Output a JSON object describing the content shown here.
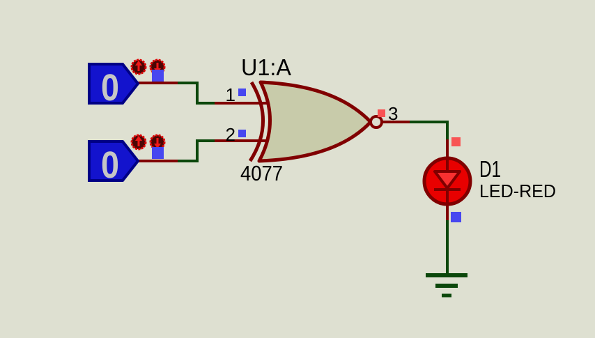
{
  "canvas": {
    "tool": "schematic-capture"
  },
  "input1": {
    "value": "0"
  },
  "input2": {
    "value": "0"
  },
  "gate": {
    "ref": "U1:A",
    "part": "4077",
    "pin_in1": "1",
    "pin_in2": "2",
    "pin_out": "3"
  },
  "led": {
    "ref": "D1",
    "part": "LED-RED"
  },
  "colors": {
    "background": "#dee0d1",
    "wire_green": "#0b470b",
    "component_outline_red": "#800000",
    "gate_fill": "#c8cbaa",
    "logic_low_blue": "#4747f0",
    "logic_high_red": "#f85454",
    "led_lit_red": "#e80000",
    "input_body_blue": "#1313cd",
    "input_digit_gray": "#c6c6c6",
    "actuator_ring_red": "#dd0000"
  }
}
